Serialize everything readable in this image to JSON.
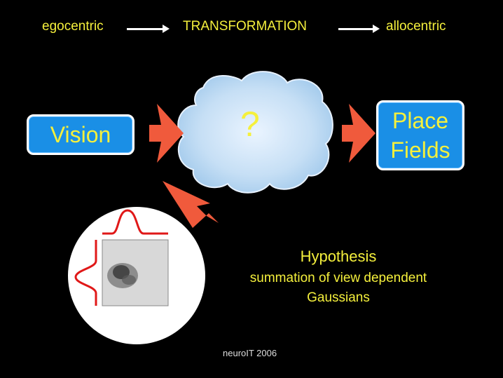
{
  "header": {
    "left": "egocentric",
    "center": "TRANSFORMATION",
    "right": "allocentric"
  },
  "boxes": {
    "vision": "Vision",
    "place_line1": "Place",
    "place_line2": "Fields"
  },
  "cloud": {
    "symbol": "?"
  },
  "hypothesis": {
    "title": "Hypothesis",
    "line1": "summation of view dependent",
    "line2": "Gaussians"
  },
  "footer": "neuroIT 2006",
  "colors": {
    "text": "#f5f03c",
    "box_fill": "#1a8fe6",
    "arrow": "#f05a3c",
    "curve": "#e01818"
  }
}
